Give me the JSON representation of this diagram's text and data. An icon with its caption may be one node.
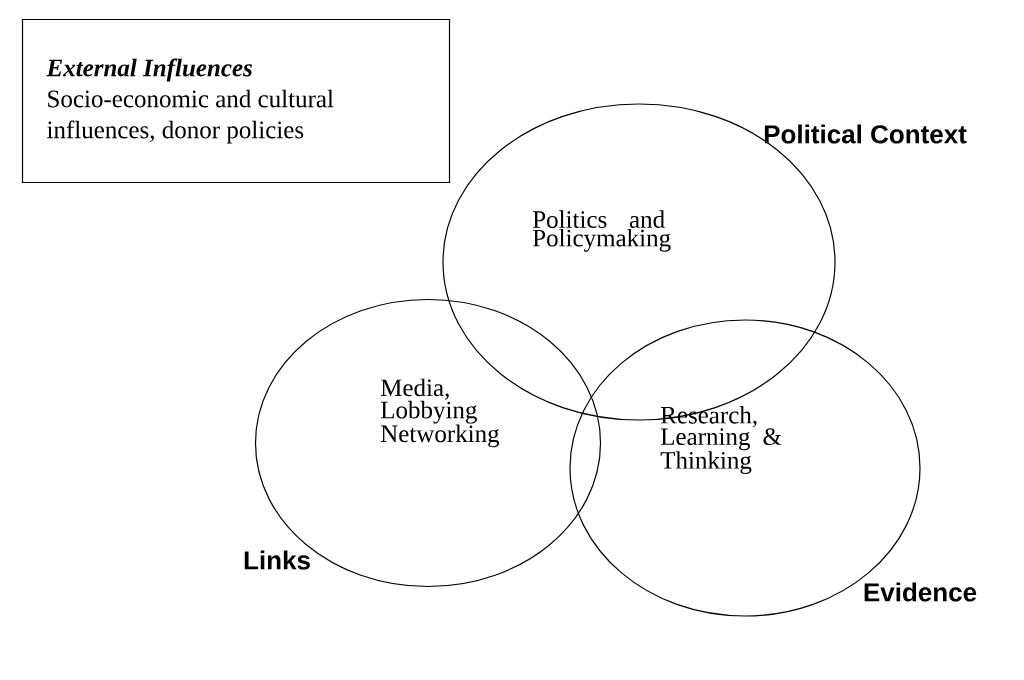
{
  "diagram": {
    "nodes": [
      {
        "text": [
          "*External Influences*",
          "Socio-economic and cultural influences, donor policies"
        ]
      },
      {
        "text": [
          "Politics and Policymaking"
        ],
        "beside": [
          "Political Context"
        ]
      },
      {
        "text": [
          "Media, Lobbying Networking"
        ],
        "beside": [
          "Links"
        ]
      },
      {
        "text": [
          "Research, Learning & Thinking"
        ],
        "beside": [
          "Evidence"
        ]
      }
    ]
  }
}
